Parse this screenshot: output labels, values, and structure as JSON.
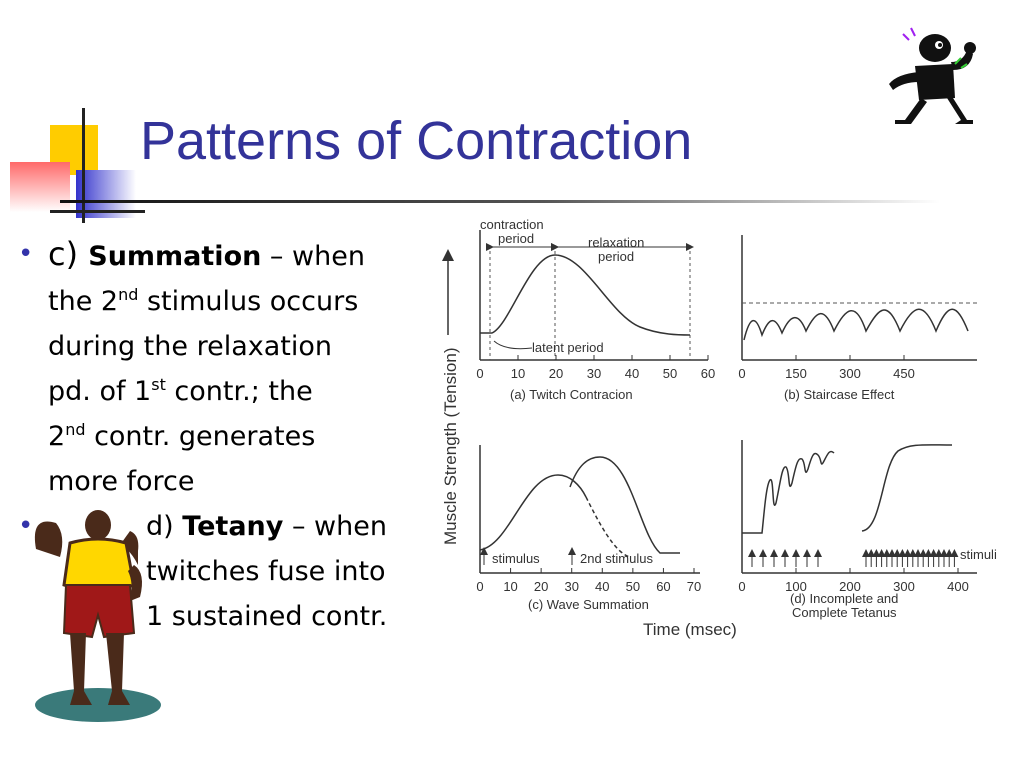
{
  "slide": {
    "title": "Patterns of Contraction",
    "bullets": [
      {
        "marker": "•",
        "lead": "c) ",
        "term": "Summation",
        "rest": " – when",
        "lines": [
          {
            "pre": "the 2",
            "sup": "nd",
            "post": " stimulus occurs"
          },
          {
            "pre": "during the relaxation",
            "sup": "",
            "post": ""
          },
          {
            "pre": "pd. of 1",
            "sup": "st",
            "post": " contr.; the"
          },
          {
            "pre": "2",
            "sup": "nd",
            "post": " contr. generates"
          },
          {
            "pre": "more force",
            "sup": "",
            "post": ""
          }
        ]
      },
      {
        "marker": "•",
        "lead": "d) ",
        "term": "Tetany",
        "rest": " – when",
        "lines": [
          {
            "pre": "twitches fuse into",
            "sup": "",
            "post": ""
          },
          {
            "pre": "1 sustained contr.",
            "sup": "",
            "post": ""
          }
        ]
      }
    ]
  },
  "figure": {
    "y_axis_label": "Muscle Strength (Tension)",
    "x_axis_label": "Time (msec)",
    "panel_a": {
      "caption": "(a) Twitch Contracion",
      "ticks": [
        "0",
        "10",
        "20",
        "30",
        "40",
        "50",
        "60"
      ],
      "label_contraction": [
        "contraction",
        "period"
      ],
      "label_relaxation": [
        "relaxation",
        "period"
      ],
      "label_latent": "latent period"
    },
    "panel_b": {
      "caption": "(b) Staircase Effect",
      "ticks": [
        "0",
        "150",
        "300",
        "450"
      ]
    },
    "panel_c": {
      "caption": "(c) Wave Summation",
      "ticks": [
        "0",
        "10",
        "20",
        "30",
        "40",
        "50",
        "60",
        "70"
      ],
      "label_stimulus": "stimulus",
      "label_second": "2nd stimulus"
    },
    "panel_d": {
      "caption": [
        "(d) Incomplete and",
        "Complete Tetanus"
      ],
      "ticks": [
        "0",
        "100",
        "200",
        "300",
        "400"
      ],
      "label_stimuli": "stimuli"
    }
  },
  "colors": {
    "title": "#333399",
    "bullet": "#3333aa",
    "yellow": "#ffcc00",
    "red": "#ff3333",
    "blue": "#3333cc"
  }
}
